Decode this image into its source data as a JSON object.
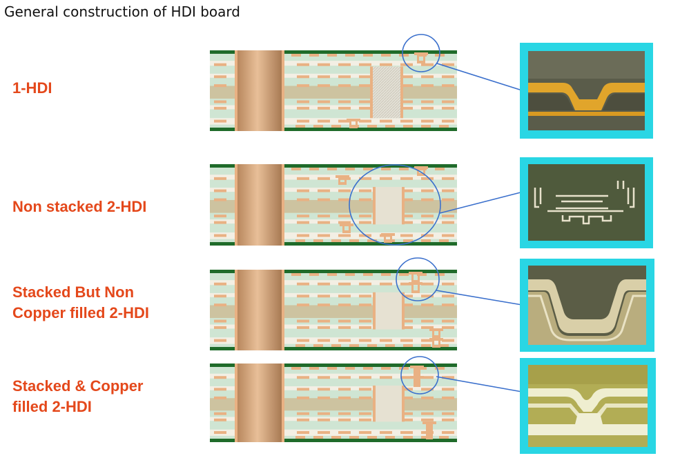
{
  "title": "General construction of HDI board",
  "colors": {
    "label": "#e4481b",
    "solder_mask": "#1f6b2a",
    "copper": "#e9b183",
    "laminate_light": "#cfe5d3",
    "core": "#cdc3a0",
    "frame": "#29d6e4",
    "callout": "#3a6fcc"
  },
  "rows": [
    {
      "id": "1-hdi",
      "label_lines": [
        "1-HDI"
      ],
      "highlight": "surface-microvia"
    },
    {
      "id": "non-stacked-2-hdi",
      "label_lines": [
        "Non stacked 2-HDI"
      ],
      "highlight": "staggered-buried-via"
    },
    {
      "id": "stacked-non-copper-filled-2-hdi",
      "label_lines": [
        "Stacked But Non",
        "Copper filled 2-HDI"
      ],
      "highlight": "stacked-unfilled-microvia"
    },
    {
      "id": "stacked-copper-filled-2-hdi",
      "label_lines": [
        "Stacked & Copper",
        "filled 2-HDI"
      ],
      "highlight": "stacked-copper-filled-microvia"
    }
  ]
}
